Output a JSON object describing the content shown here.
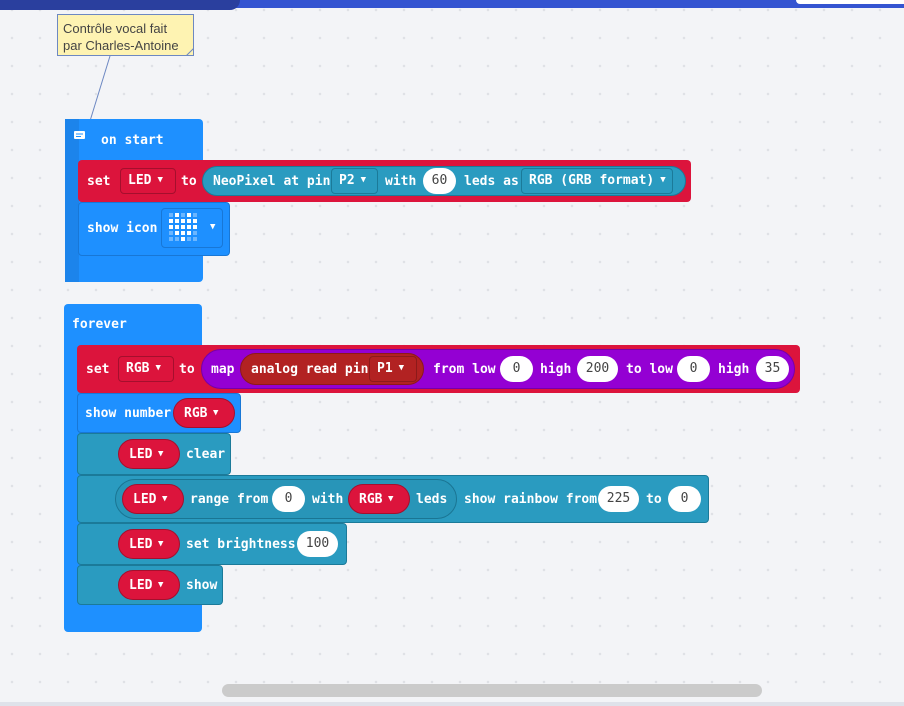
{
  "comment": {
    "line1": "Contrôle vocal fait",
    "line2": "par Charles-Antoine"
  },
  "on_start": {
    "label": "on start",
    "set_label": "set",
    "var": "LED",
    "to_label": "to",
    "neopixel": {
      "label": "NeoPixel at pin",
      "pin": "P2",
      "with_label": "with",
      "leds": "60",
      "leds_as_label": "leds as",
      "format": "RGB (GRB format)"
    },
    "show_icon_label": "show icon"
  },
  "forever": {
    "label": "forever",
    "set_rgb": {
      "set_label": "set",
      "var": "RGB",
      "to_label": "to",
      "map_label": "map",
      "read_label": "analog read pin",
      "pin": "P1",
      "from_low_label": "from low",
      "from_low": "0",
      "high_label": "high",
      "high": "200",
      "to_low_label": "to low",
      "to_low": "0",
      "high2_label": "high",
      "high2": "35"
    },
    "show_number": {
      "label": "show number",
      "var": "RGB"
    },
    "clear": {
      "var": "LED",
      "label": "clear"
    },
    "rainbow": {
      "var": "LED",
      "range_label": "range from",
      "from": "0",
      "with_label": "with",
      "var2": "RGB",
      "leds_label": "leds",
      "rainbow_label": "show rainbow from",
      "start": "225",
      "to_label": "to",
      "end": "0"
    },
    "brightness": {
      "var": "LED",
      "label": "set brightness",
      "value": "100"
    },
    "show": {
      "var": "LED",
      "label": "show"
    }
  },
  "colors": {
    "basic": "#1e90ff",
    "neopixel": "#2a9bc0",
    "variables": "#dc143c",
    "pins": "#b22222",
    "math": "#9400d3",
    "comment": "#fef3b2"
  }
}
